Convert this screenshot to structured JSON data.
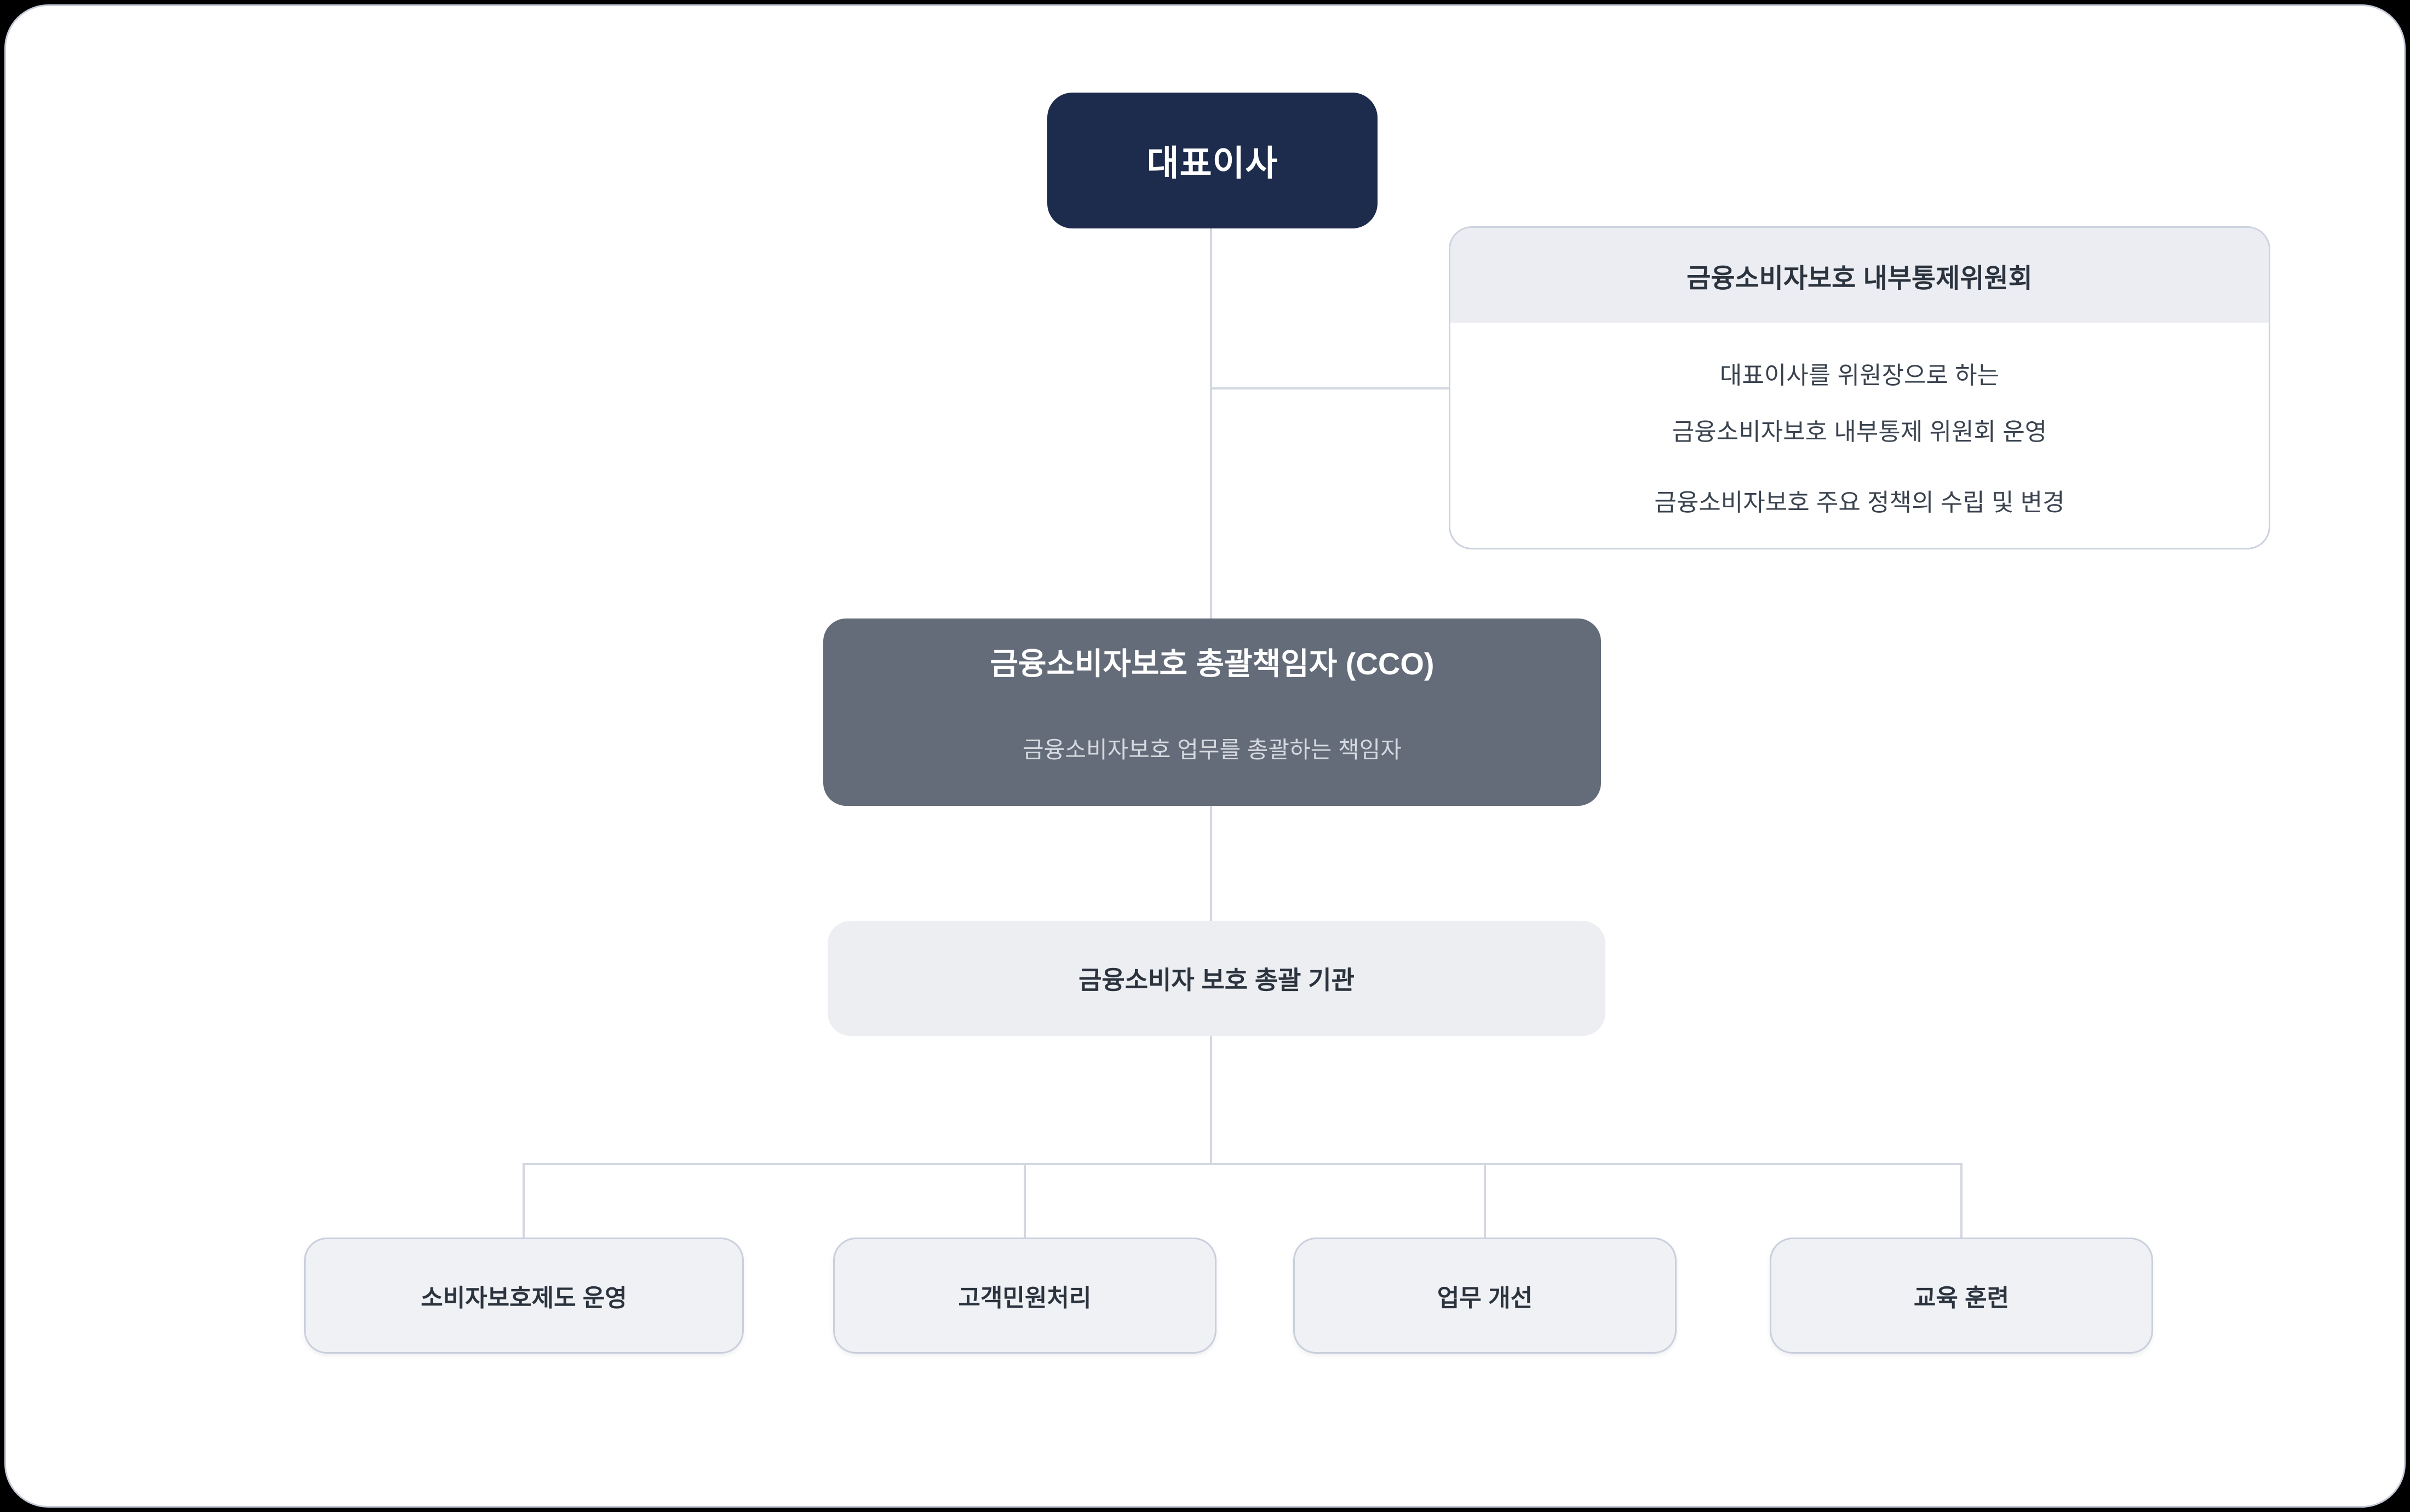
{
  "diagram": {
    "type": "org-chart",
    "ceo": {
      "label": "대표이사"
    },
    "committee": {
      "title": "금융소비자보호 내부통제위원회",
      "lines": [
        "대표이사를 위원장으로 하는",
        "금융소비자보호 내부통제 위원회 운영",
        "금융소비자보호 주요 정책의 수립 및 변경"
      ]
    },
    "cco": {
      "title": "금융소비자보호 총괄책임자 (CCO)",
      "subtitle": "금융소비자보호 업무를 총괄하는 책임자"
    },
    "org": {
      "label": "금융소비자 보호 총괄 기관"
    },
    "children": [
      {
        "label": "소비자보호제도 운영"
      },
      {
        "label": "고객민원처리"
      },
      {
        "label": "업무 개선"
      },
      {
        "label": "교육 훈련"
      }
    ],
    "colors": {
      "background": "#000000",
      "card": "#ffffff",
      "card_border": "#c5cbd7",
      "navy_node": "#1d2b4c",
      "slate_node": "#646c79",
      "light_node": "#eceef2",
      "child_node": "#f0f1f5",
      "child_border": "#c9cfdc",
      "connector": "#d3d7e0",
      "text_dark": "#2b333e",
      "text_body": "#3a434f",
      "text_subtle": "#d6dae0"
    }
  }
}
